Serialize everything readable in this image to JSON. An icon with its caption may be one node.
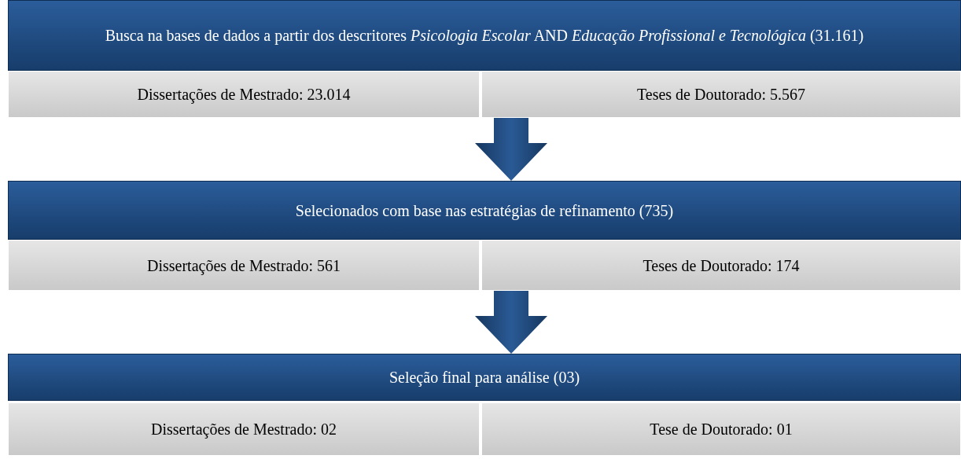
{
  "diagram": {
    "nodes": [
      {
        "text": [
          "Busca na bases de dados a partir dos descritores *Psicologia Escolar* AND *Educação Profissional e Tecnológica* (31.161)"
        ]
      },
      {
        "text": [
          "Dissertações de Mestrado: 23.014"
        ]
      },
      {
        "text": [
          "Teses de Doutorado: 5.567"
        ]
      },
      {
        "text": [
          "Selecionados com base nas estratégias de refinamento (735)"
        ]
      },
      {
        "text": [
          "Dissertações de Mestrado: 561"
        ]
      },
      {
        "text": [
          "Teses de Doutorado: 174"
        ]
      },
      {
        "text": [
          "Seleção final para análise (03)"
        ]
      },
      {
        "text": [
          "Dissertações de Mestrado: 02"
        ]
      },
      {
        "text": [
          "Tese de Doutorado: 01"
        ]
      }
    ],
    "edges": [
      {
        "from": 2,
        "to": 3,
        "arrow": "to",
        "style": "thick"
      },
      {
        "from": 5,
        "to": 6,
        "arrow": "to",
        "style": "thick"
      }
    ]
  }
}
